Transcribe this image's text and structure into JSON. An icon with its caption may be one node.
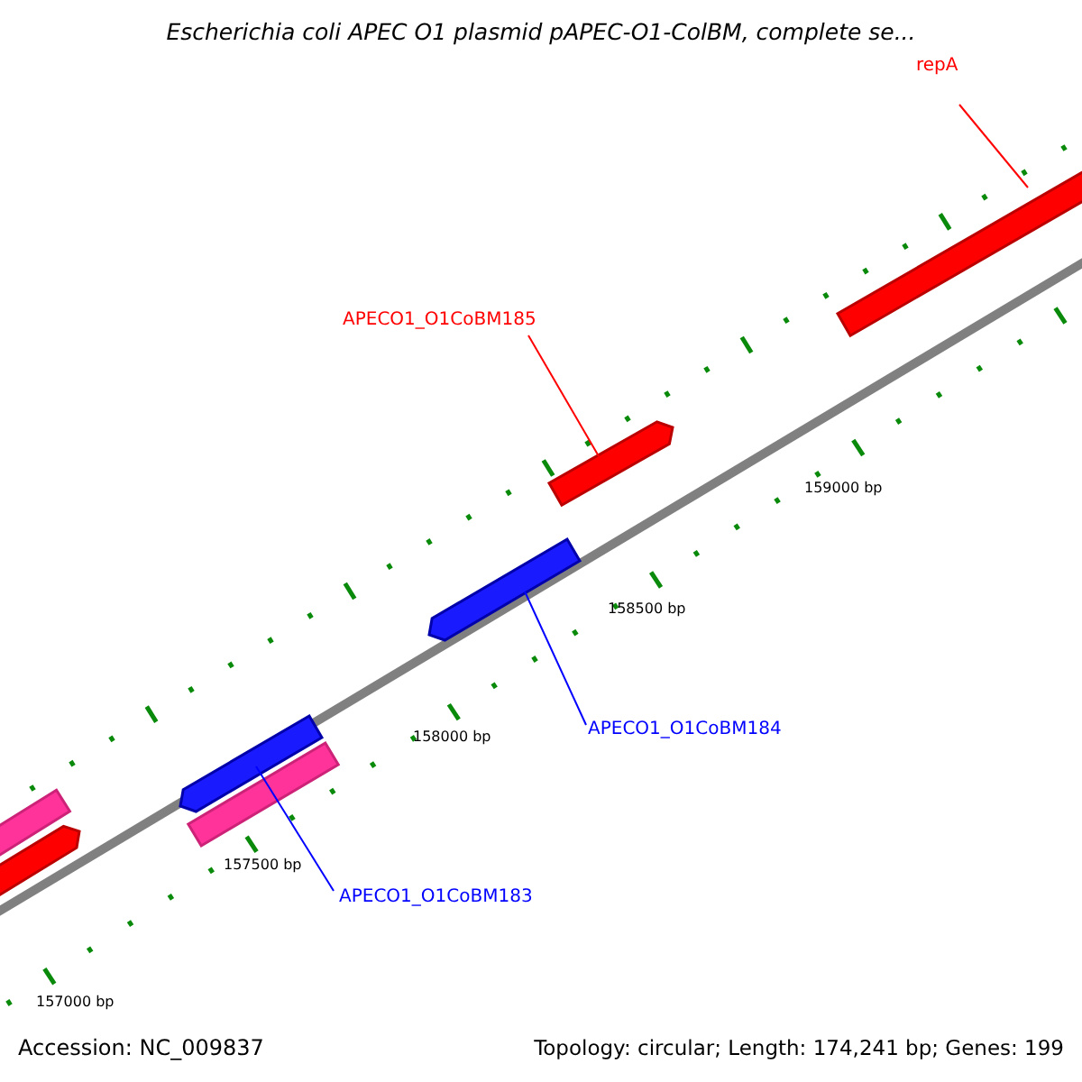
{
  "diagram": {
    "title": "Escherichia coli APEC O1 plasmid pAPEC-O1-ColBM, complete se...",
    "nodes": [
      {
        "text": [
          "repA"
        ]
      },
      {
        "text": [],
        "shape": "bar"
      },
      {
        "text": [
          "APECO1_O1CoBM185"
        ]
      },
      {
        "text": [],
        "shape": "bar"
      },
      {
        "text": [],
        "shape": "bar"
      },
      {
        "text": [
          "APECO1_O1CoBM184"
        ]
      },
      {
        "text": [],
        "shape": "bar"
      },
      {
        "text": [
          "APECO1_O1CoBM183"
        ]
      }
    ],
    "edges": [
      {
        "from": 0,
        "to": 1,
        "arrow": "none",
        "color": "#ff0000"
      },
      {
        "from": 2,
        "to": 3,
        "arrow": "none",
        "color": "#ff0000"
      },
      {
        "from": 5,
        "to": 4,
        "arrow": "none",
        "color": "#0000ff"
      },
      {
        "from": 7,
        "to": 6,
        "arrow": "none",
        "color": "#0000ff"
      }
    ],
    "labels": [
      "159000 bp",
      "158500 bp",
      "158000 bp",
      "157500 bp",
      "157000 bp",
      "Accession: NC_009837",
      "Topology: circular; Length: 174,241 bp; Genes: 199"
    ]
  }
}
